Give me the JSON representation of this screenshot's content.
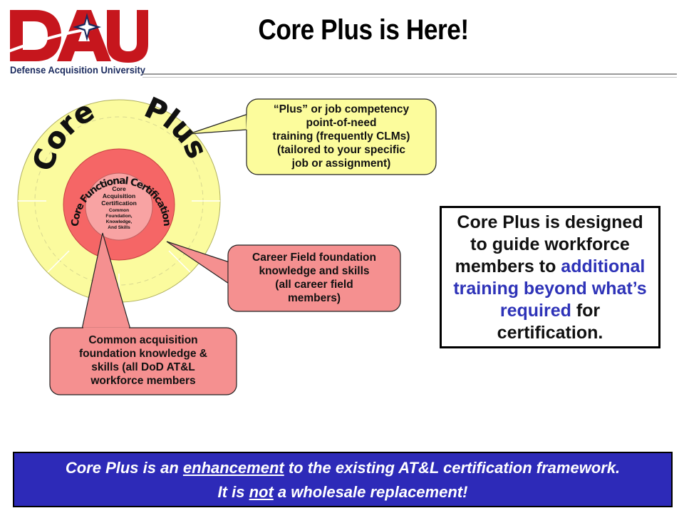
{
  "logo": {
    "letters": "DAU",
    "subtitle": "Defense Acquisition University",
    "colors": {
      "red": "#c6161d",
      "navy": "#1a2a5e"
    }
  },
  "title": "Core Plus is Here!",
  "diagram": {
    "ring_outer_words": [
      "Core",
      "Plus"
    ],
    "ring_middle_text": "Core Functional Certification",
    "inner_core": {
      "line1": "Core",
      "line2": "Acquisition",
      "line3": "Certification",
      "line4": "Common",
      "line5": "Foundation,",
      "line6": "Knowledge,",
      "line7": "And Skills"
    },
    "colors": {
      "outer_ring": "#fbfb9e",
      "middle_ring": "#f66a6a",
      "inner_core": "#f8a3a3",
      "callout_yellow": "#fcfc9c",
      "callout_red": "#f59090"
    }
  },
  "callouts": {
    "plus": [
      "“Plus” or job competency",
      "point-of-need",
      "training (frequently CLMs)",
      "(tailored to your specific",
      "job or assignment)"
    ],
    "career": [
      "Career Field foundation",
      "knowledge and skills",
      "(all career field",
      "members)"
    ],
    "common": [
      "Common acquisition",
      "foundation knowledge &",
      "skills (all DoD AT&L",
      "workforce members"
    ]
  },
  "right_box": {
    "l1": "Core Plus is designed",
    "l2": "to guide workforce",
    "l3_plain": "members to ",
    "l3_blue": "additional",
    "l4_blue": "training beyond what’s",
    "l5_blue": "required",
    "l5_plain": " for",
    "l6": "certification."
  },
  "banner": {
    "l1_a": "Core Plus is an ",
    "l1_u": "enhancement",
    "l1_b": " to the existing AT&L certification framework.",
    "l2_a": "It is ",
    "l2_u": "not",
    "l2_b": " a wholesale replacement!"
  }
}
